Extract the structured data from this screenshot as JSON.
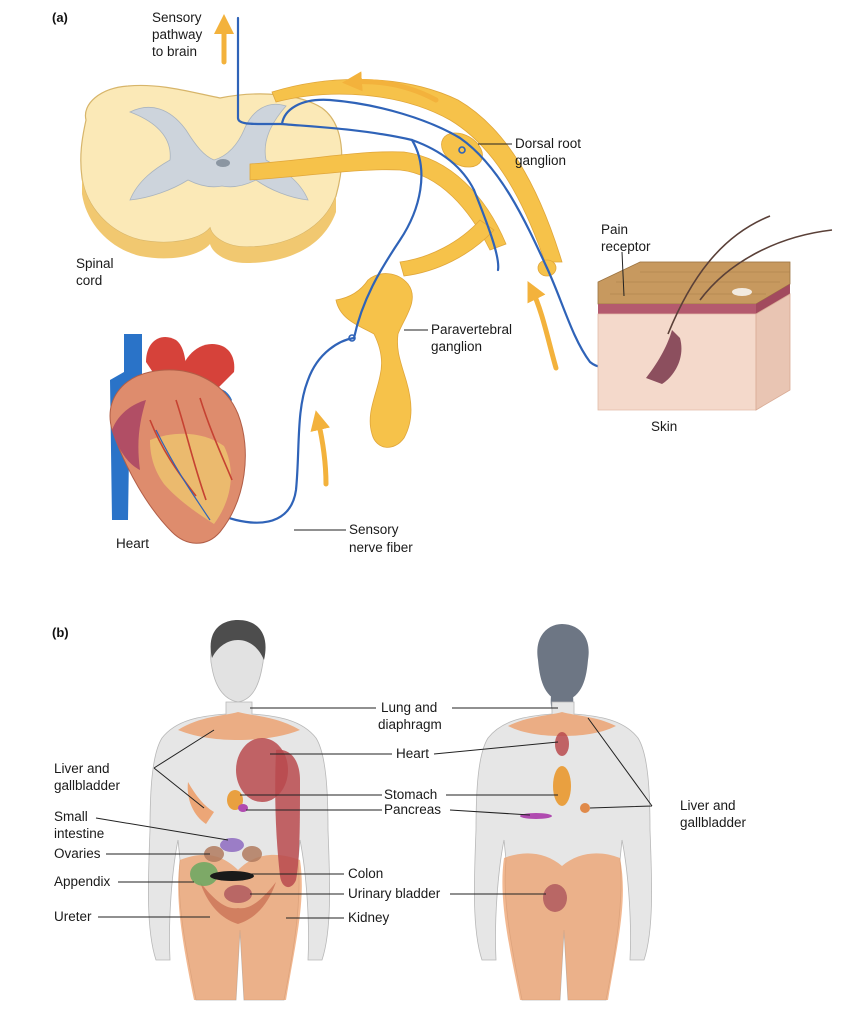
{
  "panel_a": {
    "letter": "(a)",
    "labels": {
      "sensory_pathway": [
        "Sensory",
        "pathway",
        "to brain"
      ],
      "dorsal_root_ganglion": [
        "Dorsal root",
        "ganglion"
      ],
      "spinal_cord": [
        "Spinal",
        "cord"
      ],
      "pain_receptor": [
        "Pain",
        "receptor"
      ],
      "paravertebral_ganglion": [
        "Paravertebral",
        "ganglion"
      ],
      "skin": "Skin",
      "heart": "Heart",
      "sensory_nerve_fiber": [
        "Sensory",
        "nerve fiber"
      ]
    }
  },
  "panel_b": {
    "letter": "(b)",
    "front_left_labels": {
      "liver_gallbladder": [
        "Liver and",
        "gallbladder"
      ],
      "small_intestine": [
        "Small",
        "intestine"
      ],
      "ovaries": "Ovaries",
      "appendix": "Appendix",
      "ureter": "Ureter"
    },
    "center_labels": {
      "lung_diaphragm": [
        "Lung and",
        "diaphragm"
      ],
      "heart": "Heart",
      "stomach": "Stomach",
      "pancreas": "Pancreas",
      "colon": "Colon",
      "urinary_bladder": "Urinary bladder",
      "kidney": "Kidney"
    },
    "back_right_labels": {
      "liver_gallbladder": [
        "Liver and",
        "gallbladder"
      ]
    }
  },
  "colors": {
    "nerve": "#2f63b8",
    "ganglion": "#f6c24a",
    "arrow": "#f3b23c",
    "referred_orange": "#ec9a63",
    "heart_zone": "#b94a4e"
  }
}
